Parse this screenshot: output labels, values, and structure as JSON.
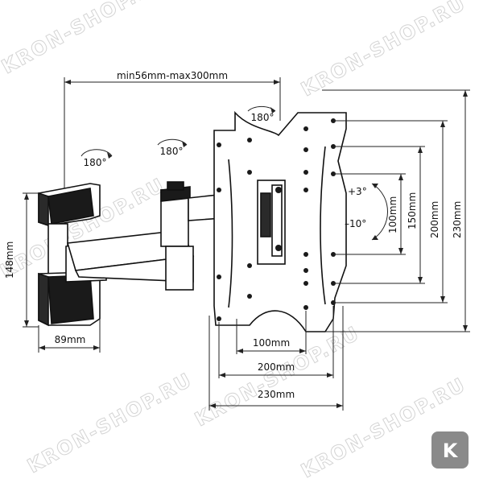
{
  "dimensions": {
    "arm_extension": "min56mm-max300mm",
    "wall_plate_height": "148mm",
    "wall_plate_width": "89mm",
    "vesa_h_100": "100mm",
    "vesa_h_200": "200mm",
    "vesa_h_230": "230mm",
    "vesa_v_100": "100mm",
    "vesa_v_150": "150mm",
    "vesa_v_200": "200mm",
    "vesa_v_230": "230mm"
  },
  "rotations": {
    "wall_swivel": "180°",
    "arm_swivel": "180°",
    "head_swivel": "180°",
    "tilt_up": "+3°",
    "tilt_down": "–10°"
  },
  "watermark": {
    "text": "KRON-SHOP.RU",
    "logo_letter": "K"
  },
  "colors": {
    "line": "#111111",
    "watermark": "#d4d4d4",
    "badge": "#8a8a8a"
  }
}
